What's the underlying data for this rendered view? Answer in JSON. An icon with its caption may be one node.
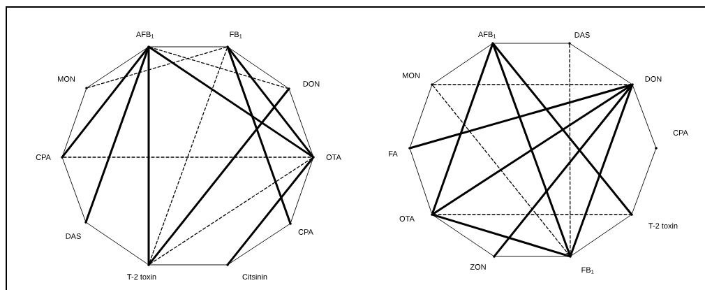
{
  "diagram": {
    "nodes": [
      {
        "text": [],
        "shape": "vertex",
        "beside": [
          "AFB$_{1}$"
        ]
      },
      {
        "text": [],
        "shape": "vertex",
        "beside": [
          "FB$_{1}$"
        ]
      },
      {
        "text": [],
        "shape": "vertex",
        "beside": [
          "DON"
        ]
      },
      {
        "text": [],
        "shape": "vertex",
        "beside": [
          "OTA"
        ]
      },
      {
        "text": [],
        "shape": "vertex",
        "beside": [
          "CPA"
        ]
      },
      {
        "text": [],
        "shape": "vertex",
        "beside": [
          "Citsinin"
        ]
      },
      {
        "text": [],
        "shape": "vertex",
        "beside": [
          "T-2 toxin"
        ]
      },
      {
        "text": [],
        "shape": "vertex",
        "beside": [
          "DAS"
        ]
      },
      {
        "text": [],
        "shape": "vertex",
        "beside": [
          "CPA"
        ]
      },
      {
        "text": [],
        "shape": "vertex",
        "beside": [
          "MON"
        ]
      },
      {
        "text": [],
        "shape": "vertex",
        "beside": [
          "AFB$_{1}$"
        ]
      },
      {
        "text": [],
        "shape": "vertex",
        "beside": [
          "DAS"
        ]
      },
      {
        "text": [],
        "shape": "vertex",
        "beside": [
          "DON"
        ]
      },
      {
        "text": [],
        "shape": "vertex",
        "beside": [
          "CPA"
        ]
      },
      {
        "text": [],
        "shape": "vertex",
        "beside": [
          "T-2 toxin"
        ]
      },
      {
        "text": [],
        "shape": "vertex",
        "beside": [
          "FB$_{1}$"
        ]
      },
      {
        "text": [],
        "shape": "vertex",
        "beside": [
          "ZON"
        ]
      },
      {
        "text": [],
        "shape": "vertex",
        "beside": [
          "OTA"
        ]
      },
      {
        "text": [],
        "shape": "vertex",
        "beside": [
          "FA"
        ]
      },
      {
        "text": [],
        "shape": "vertex",
        "beside": [
          "MON"
        ]
      }
    ],
    "edges": [
      {
        "from": 0,
        "to": 1,
        "arrow": "none"
      },
      {
        "from": 1,
        "to": 2,
        "arrow": "none"
      },
      {
        "from": 2,
        "to": 3,
        "arrow": "none"
      },
      {
        "from": 3,
        "to": 4,
        "arrow": "none"
      },
      {
        "from": 4,
        "to": 5,
        "arrow": "none"
      },
      {
        "from": 5,
        "to": 6,
        "arrow": "none"
      },
      {
        "from": 6,
        "to": 7,
        "arrow": "none"
      },
      {
        "from": 7,
        "to": 8,
        "arrow": "none"
      },
      {
        "from": 8,
        "to": 9,
        "arrow": "none"
      },
      {
        "from": 9,
        "to": 0,
        "arrow": "none"
      },
      {
        "from": 0,
        "to": 8,
        "arrow": "none",
        "style": "thick"
      },
      {
        "from": 0,
        "to": 7,
        "arrow": "none",
        "style": "thick"
      },
      {
        "from": 0,
        "to": 6,
        "arrow": "none",
        "style": "thick"
      },
      {
        "from": 0,
        "to": 3,
        "arrow": "none",
        "style": "thick"
      },
      {
        "from": 1,
        "to": 3,
        "arrow": "none",
        "style": "thick"
      },
      {
        "from": 1,
        "to": 4,
        "arrow": "none",
        "style": "thick"
      },
      {
        "from": 2,
        "to": 6,
        "arrow": "none",
        "style": "thick"
      },
      {
        "from": 3,
        "to": 5,
        "arrow": "none",
        "style": "thick"
      },
      {
        "from": 0,
        "to": 2,
        "arrow": "none",
        "style": "dashed"
      },
      {
        "from": 1,
        "to": 9,
        "arrow": "none",
        "style": "dashed"
      },
      {
        "from": 8,
        "to": 3,
        "arrow": "none",
        "style": "dashed"
      },
      {
        "from": 1,
        "to": 6,
        "arrow": "none",
        "style": "dashed"
      },
      {
        "from": 6,
        "to": 3,
        "arrow": "none",
        "style": "dashed"
      },
      {
        "from": 10,
        "to": 11,
        "arrow": "none"
      },
      {
        "from": 11,
        "to": 12,
        "arrow": "none"
      },
      {
        "from": 12,
        "to": 13,
        "arrow": "none"
      },
      {
        "from": 13,
        "to": 14,
        "arrow": "none"
      },
      {
        "from": 14,
        "to": 15,
        "arrow": "none"
      },
      {
        "from": 15,
        "to": 16,
        "arrow": "none"
      },
      {
        "from": 16,
        "to": 17,
        "arrow": "none"
      },
      {
        "from": 17,
        "to": 18,
        "arrow": "none"
      },
      {
        "from": 18,
        "to": 19,
        "arrow": "none"
      },
      {
        "from": 19,
        "to": 10,
        "arrow": "none"
      },
      {
        "from": 10,
        "to": 17,
        "arrow": "none",
        "style": "thick"
      },
      {
        "from": 10,
        "to": 15,
        "arrow": "none",
        "style": "thick"
      },
      {
        "from": 10,
        "to": 14,
        "arrow": "none",
        "style": "thick"
      },
      {
        "from": 12,
        "to": 18,
        "arrow": "none",
        "style": "thick"
      },
      {
        "from": 12,
        "to": 17,
        "arrow": "none",
        "style": "thick"
      },
      {
        "from": 12,
        "to": 16,
        "arrow": "none",
        "style": "thick"
      },
      {
        "from": 12,
        "to": 15,
        "arrow": "none",
        "style": "thick"
      },
      {
        "from": 17,
        "to": 15,
        "arrow": "none",
        "style": "thick"
      },
      {
        "from": 11,
        "to": 15,
        "arrow": "none",
        "style": "dashed"
      },
      {
        "from": 19,
        "to": 12,
        "arrow": "none",
        "style": "dashed"
      },
      {
        "from": 19,
        "to": 15,
        "arrow": "to",
        "style": "dashed"
      },
      {
        "from": 17,
        "to": 14,
        "arrow": "none",
        "style": "dashed"
      }
    ]
  }
}
